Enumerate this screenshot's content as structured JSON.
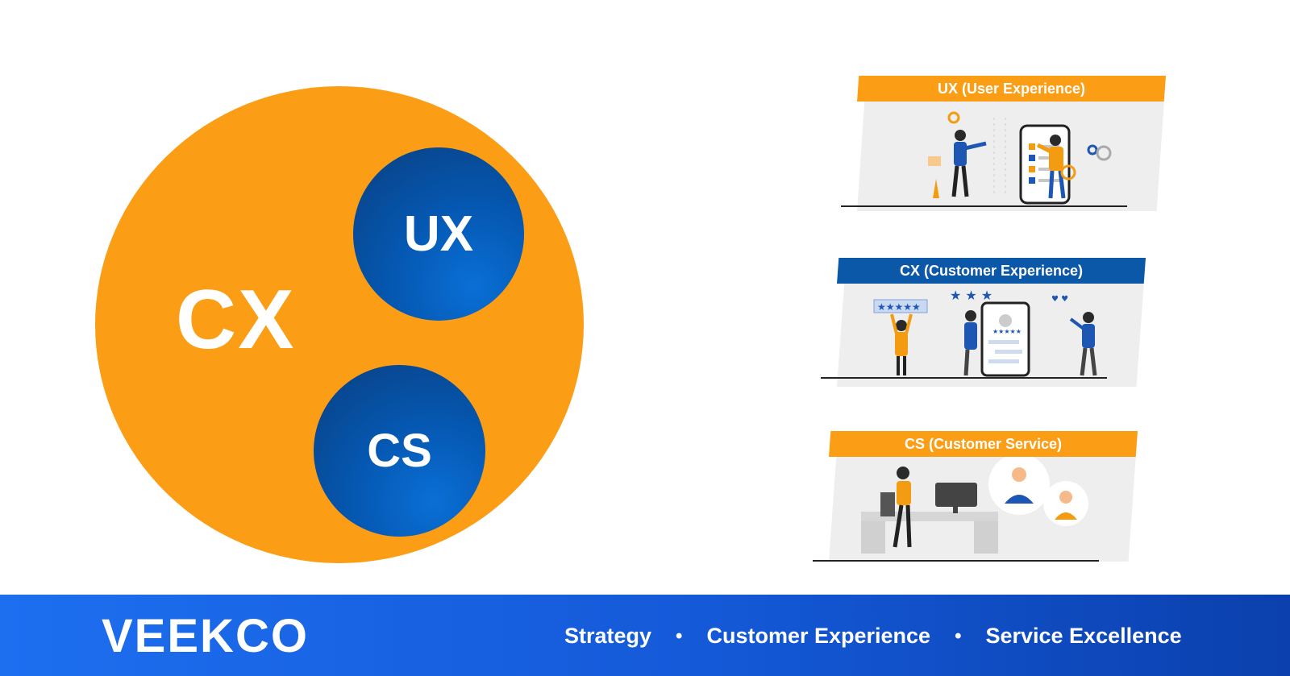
{
  "diagram": {
    "outer_label": "CX",
    "inner_top_label": "UX",
    "inner_bottom_label": "CS",
    "colors": {
      "orange": "#fb9e16",
      "blue": "#0557b0"
    }
  },
  "cards": {
    "ux": {
      "title": "UX (User Experience)",
      "bar_color": "#fb9e16"
    },
    "cx": {
      "title": "CX (Customer Experience)",
      "bar_color": "#0b57a8"
    },
    "cs": {
      "title": "CS (Customer Service)",
      "bar_color": "#fb9e16"
    }
  },
  "footer": {
    "brand": "VEEKCO",
    "tags": [
      "Strategy",
      "Customer Experience",
      "Service Excellence"
    ],
    "separator": "•"
  }
}
